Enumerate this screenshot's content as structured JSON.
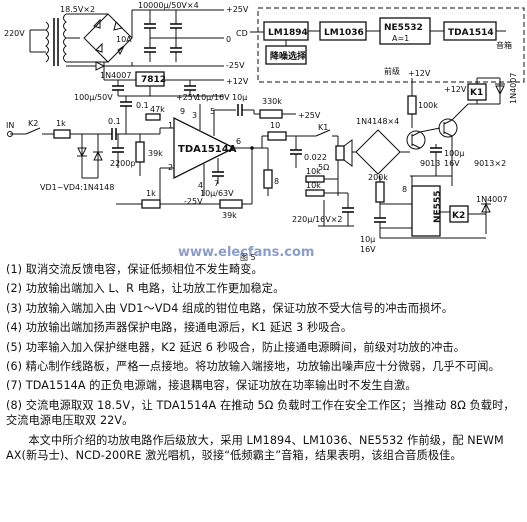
{
  "figure": {
    "labels": {
      "ac_in": "220V",
      "transformer_sec": "18.5V×2",
      "cap_bank": "10000μ/50V×4",
      "bridge_current": "10A",
      "rail_pos25": "+25V",
      "rail_neg25": "-25V",
      "diode_1n4007": "1N4007",
      "reg_7812": "7812",
      "cap_100u50v": "100μ/50V",
      "cap_100u16v": "10μ/16V",
      "rail_pos12": "+12V",
      "ground_0": "0",
      "cd_label": "CD",
      "chip_lm1894": "LM1894",
      "chip_lm1036": "LM1036",
      "chip_ne5532": "NE5532",
      "ne5532_gain": "A=1",
      "chip_tda1514_pre": "TDA1514",
      "speaker_label": "音箱",
      "noise_label": "降噪选择",
      "preamp_label": "前级",
      "in_label": "IN",
      "k2_label": "K2",
      "r_1k_in": "1k",
      "c_0_1_a": "0.1",
      "c_0_1_b": "0.1",
      "r_47k": "47k",
      "c_2200p": "2200p",
      "r_39k_a": "39k",
      "c_10u": "10μ",
      "c_10u63v": "10μ/63V",
      "vd_label": "VD1~VD4:1N4148",
      "amp_chip": "TDA1514A",
      "amp_pos25": "+25V",
      "amp_neg25": "-25V",
      "pin_1": "1",
      "pin_2": "2",
      "pin_3": "3",
      "pin_4": "4",
      "pin_5": "5",
      "pin_6": "6",
      "pin_7": "7",
      "pin_9": "9",
      "r_330k": "330k",
      "out_pos25": "+25V",
      "r_10": "10",
      "c_0022": "0.022",
      "r_8": "8",
      "k1_label": "K1",
      "r_5ohm": "5Ω",
      "r_10k_a": "10k",
      "r_10k_b": "10k",
      "c_220u": "220μ/16V×2",
      "r_1k_fb": "1k",
      "r_39k_fb": "39k",
      "diodes_4": "1N4148×4",
      "t_9013_a": "9013",
      "t_9013_b": "9013×2",
      "r_100k": "100k",
      "c_100u_16v": "100μ",
      "c_16v": "16V",
      "pos12_a": "+12V",
      "pos12_b": "+12V",
      "k1_relay": "K1",
      "diode_1n4007_b": "1N4007",
      "r_200k": "200k",
      "ne555": "NE555",
      "pin_8": "8",
      "k2_relay": "K2",
      "diode_1n4007_c": "1N4007",
      "c_10u_16v": "10μ",
      "c_16v_b": "16V",
      "fig_caption": "图 5",
      "watermark": "www.elecfans.com"
    }
  },
  "notes": [
    "(1) 取消交流反馈电容，保证低频相位不发生畸变。",
    "(2) 功放输出端加入 L、R 电路，让功放工作更加稳定。",
    "(3) 功放输入端加入由 VD1～VD4 组成的钳位电路，保证功放不受大信号的冲击而损坏。",
    "(4) 功放输出端加扬声器保护电路，接通电源后，K1 延迟 3 秒吸合。",
    "(5) 功率输入加入保护继电器，K2 延迟 6 秒吸合，防止接通电源瞬间，前级对功放的冲击。",
    "(6) 精心制作线路板，严格一点接地。将功放输入端接地，功放输出噪声应十分微弱，几乎不可闻。",
    "(7) TDA1514A 的正负电源端，接退耦电容，保证功放在功率输出时不发生自激。",
    "(8) 交流电源取双 18.5V，让 TDA1514A 在推动 5Ω 负载时工作在安全工作区；当推动 8Ω 负载时，交流电源电压取双 22V。",
    "本文中所介绍的功放电路作后级放大，采用 LM1894、LM1036、NE5532 作前级，配 NEWM AX(新马士)、NCD-200RE 激光唱机，驳接“低频霸主”音箱，结果表明，该组合音质极佳。"
  ]
}
